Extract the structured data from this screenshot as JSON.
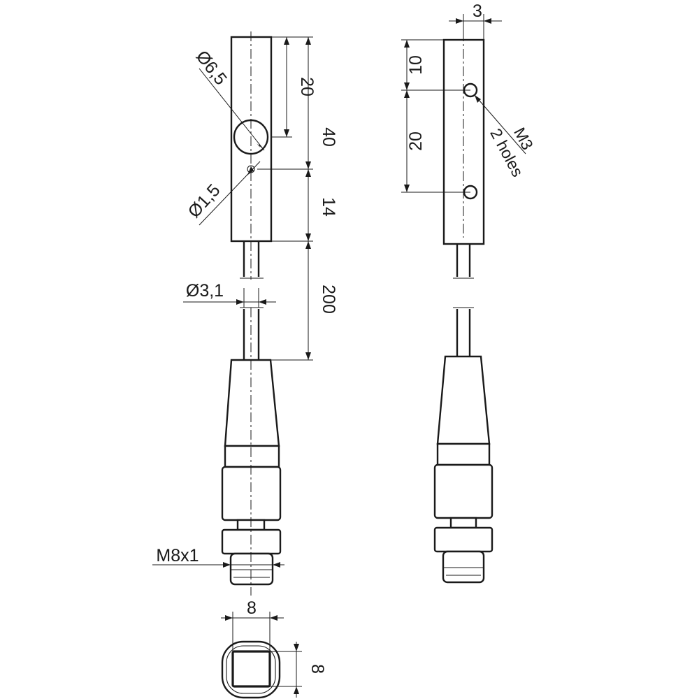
{
  "dimensions": {
    "hole_offset": "20",
    "body_upper": "40",
    "body_lower": "14",
    "cable_length": "200",
    "large_hole_dia": "Ø6,5",
    "small_hole_dia": "Ø1,5",
    "cable_dia": "Ø3,1",
    "thread": "M8x1",
    "side_width": "3",
    "top_to_hole": "10",
    "hole_spacing": "20",
    "mounting_thread": "M3",
    "mounting_count": "2 holes",
    "connector_width": "8",
    "connector_height": "8"
  }
}
